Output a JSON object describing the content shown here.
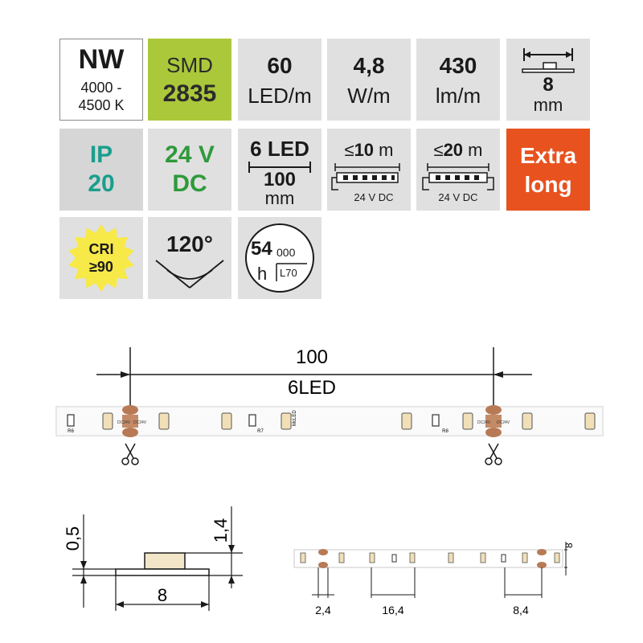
{
  "tiles": {
    "color_temp": {
      "code": "NW",
      "range_line1": "4000 -",
      "range_line2": "4500 K"
    },
    "chip": {
      "line1": "SMD",
      "line2": "2835"
    },
    "density": {
      "value": "60",
      "unit": "LED/m"
    },
    "power": {
      "value": "4,8",
      "unit": "W/m"
    },
    "flux": {
      "value": "430",
      "unit": "lm/m"
    },
    "width": {
      "value": "8",
      "unit": "mm"
    },
    "ip": {
      "line1": "IP",
      "line2": "20"
    },
    "voltage": {
      "line1": "24 V",
      "line2": "DC"
    },
    "segment": {
      "count": "6 LED",
      "length": "100",
      "unit": "mm"
    },
    "single_feed": {
      "max_prefix": "≤",
      "max_value": "10",
      "max_unit": "m",
      "supply": "24 V DC"
    },
    "double_feed": {
      "max_prefix": "≤",
      "max_value": "20",
      "max_unit": "m",
      "supply": "24 V DC"
    },
    "extra": {
      "line1": "Extra",
      "line2": "long"
    },
    "cri": {
      "line1": "CRI",
      "line2": "≥90"
    },
    "beam": {
      "value": "120°"
    },
    "lifetime": {
      "value_big": "54",
      "value_small": "000",
      "unit": "h",
      "rating": "L70"
    }
  },
  "strip_drawing": {
    "segment_length": "100",
    "segment_leds": "6LED",
    "resistor_labels": [
      "R6",
      "R7",
      "R8"
    ],
    "pad_label": "DC24V",
    "brand": "McLED"
  },
  "profile_drawing": {
    "height_total": "1,4",
    "pcb_thickness": "0,5",
    "width": "8"
  },
  "small_strip_dims": {
    "pad_width": "2,4",
    "led_pitch": "16,4",
    "cut_pitch": "8,4",
    "strip_width": "8"
  },
  "colors": {
    "tile_grey": "#e0e0e1",
    "smd_green": "#abc83b",
    "voltage_green": "#2e9a3a",
    "ip_teal": "#1a9e8c",
    "extra_orange": "#e8521f",
    "cri_yellow": "#f7e948",
    "pad_copper": "#b87a55"
  }
}
